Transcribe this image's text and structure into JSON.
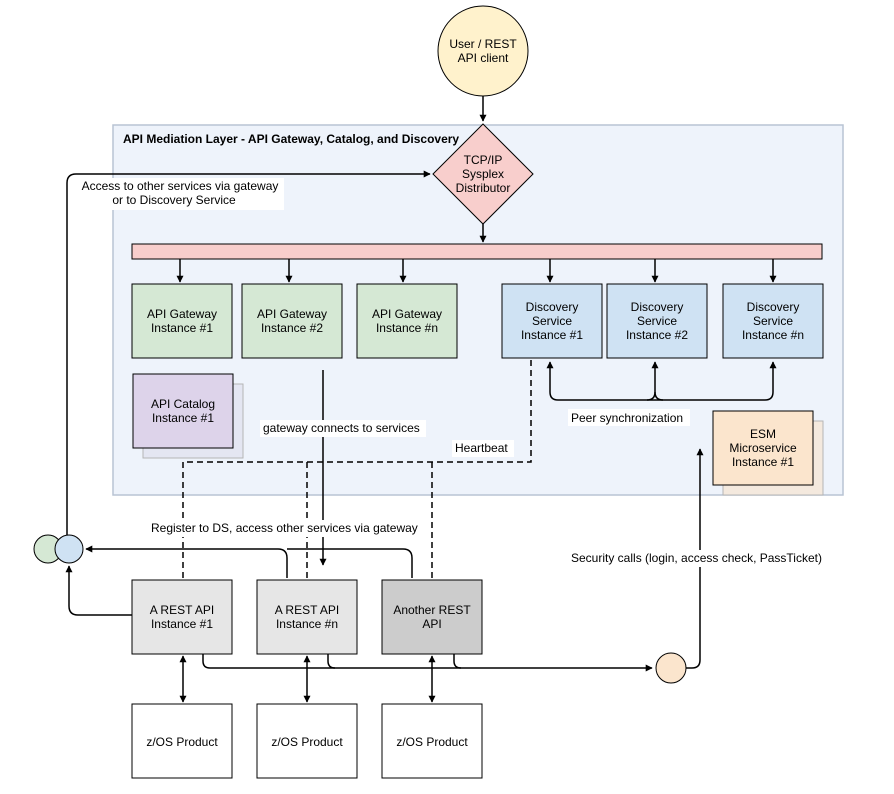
{
  "client": {
    "label_lines": [
      "User / REST",
      "API client"
    ],
    "color": "#fff2cc"
  },
  "layer": {
    "title": "API Mediation Layer - API Gateway, Catalog, and Discovery",
    "color": "#eef3fb"
  },
  "distributor": {
    "label_lines": [
      "TCP/IP",
      "Sysplex",
      "Distributor"
    ],
    "color": "#f8cecc"
  },
  "gateways": [
    {
      "label_lines": [
        "API Gateway",
        "Instance #1"
      ]
    },
    {
      "label_lines": [
        "API Gateway",
        "Instance #2"
      ]
    },
    {
      "label_lines": [
        "API Gateway",
        "Instance #n"
      ]
    }
  ],
  "gateway_color": "#d5e8d4",
  "discovery": [
    {
      "label_lines": [
        "Discovery",
        "Service",
        "Instance #1"
      ]
    },
    {
      "label_lines": [
        "Discovery",
        "Service",
        "Instance #2"
      ]
    },
    {
      "label_lines": [
        "Discovery",
        "Service",
        "Instance #n"
      ]
    }
  ],
  "discovery_color": "#cfe2f3",
  "catalog": {
    "label_lines": [
      "API Catalog",
      "Instance #1"
    ],
    "color": "#ddd3ea"
  },
  "esm": {
    "label_lines": [
      "ESM",
      "Microservice",
      "Instance #1"
    ],
    "color": "#fbe5cd"
  },
  "rest_apis": [
    {
      "label_lines": [
        "A REST API",
        "Instance #1"
      ],
      "color": "#e6e6e6"
    },
    {
      "label_lines": [
        "A REST API",
        "Instance #n"
      ],
      "color": "#e6e6e6"
    },
    {
      "label_lines": [
        "Another REST",
        "API"
      ],
      "color": "#cccccc"
    }
  ],
  "products": [
    "z/OS Product",
    "z/OS Product",
    "z/OS Product"
  ],
  "labels": {
    "access_other": [
      "Access to other services via gateway",
      "or to Discovery Service"
    ],
    "gateway_connects": "gateway connects to services",
    "heartbeat": "Heartbeat",
    "peer_sync": "Peer synchronization",
    "register": "Register to DS, access other services via gateway",
    "security_calls": "Security calls (login, access check, PassTicket)"
  },
  "bus_color": "#f8cecc",
  "circle_colors": {
    "green": "#d5e8d4",
    "blue": "#cfe2f3",
    "orange": "#fbe5cd"
  }
}
